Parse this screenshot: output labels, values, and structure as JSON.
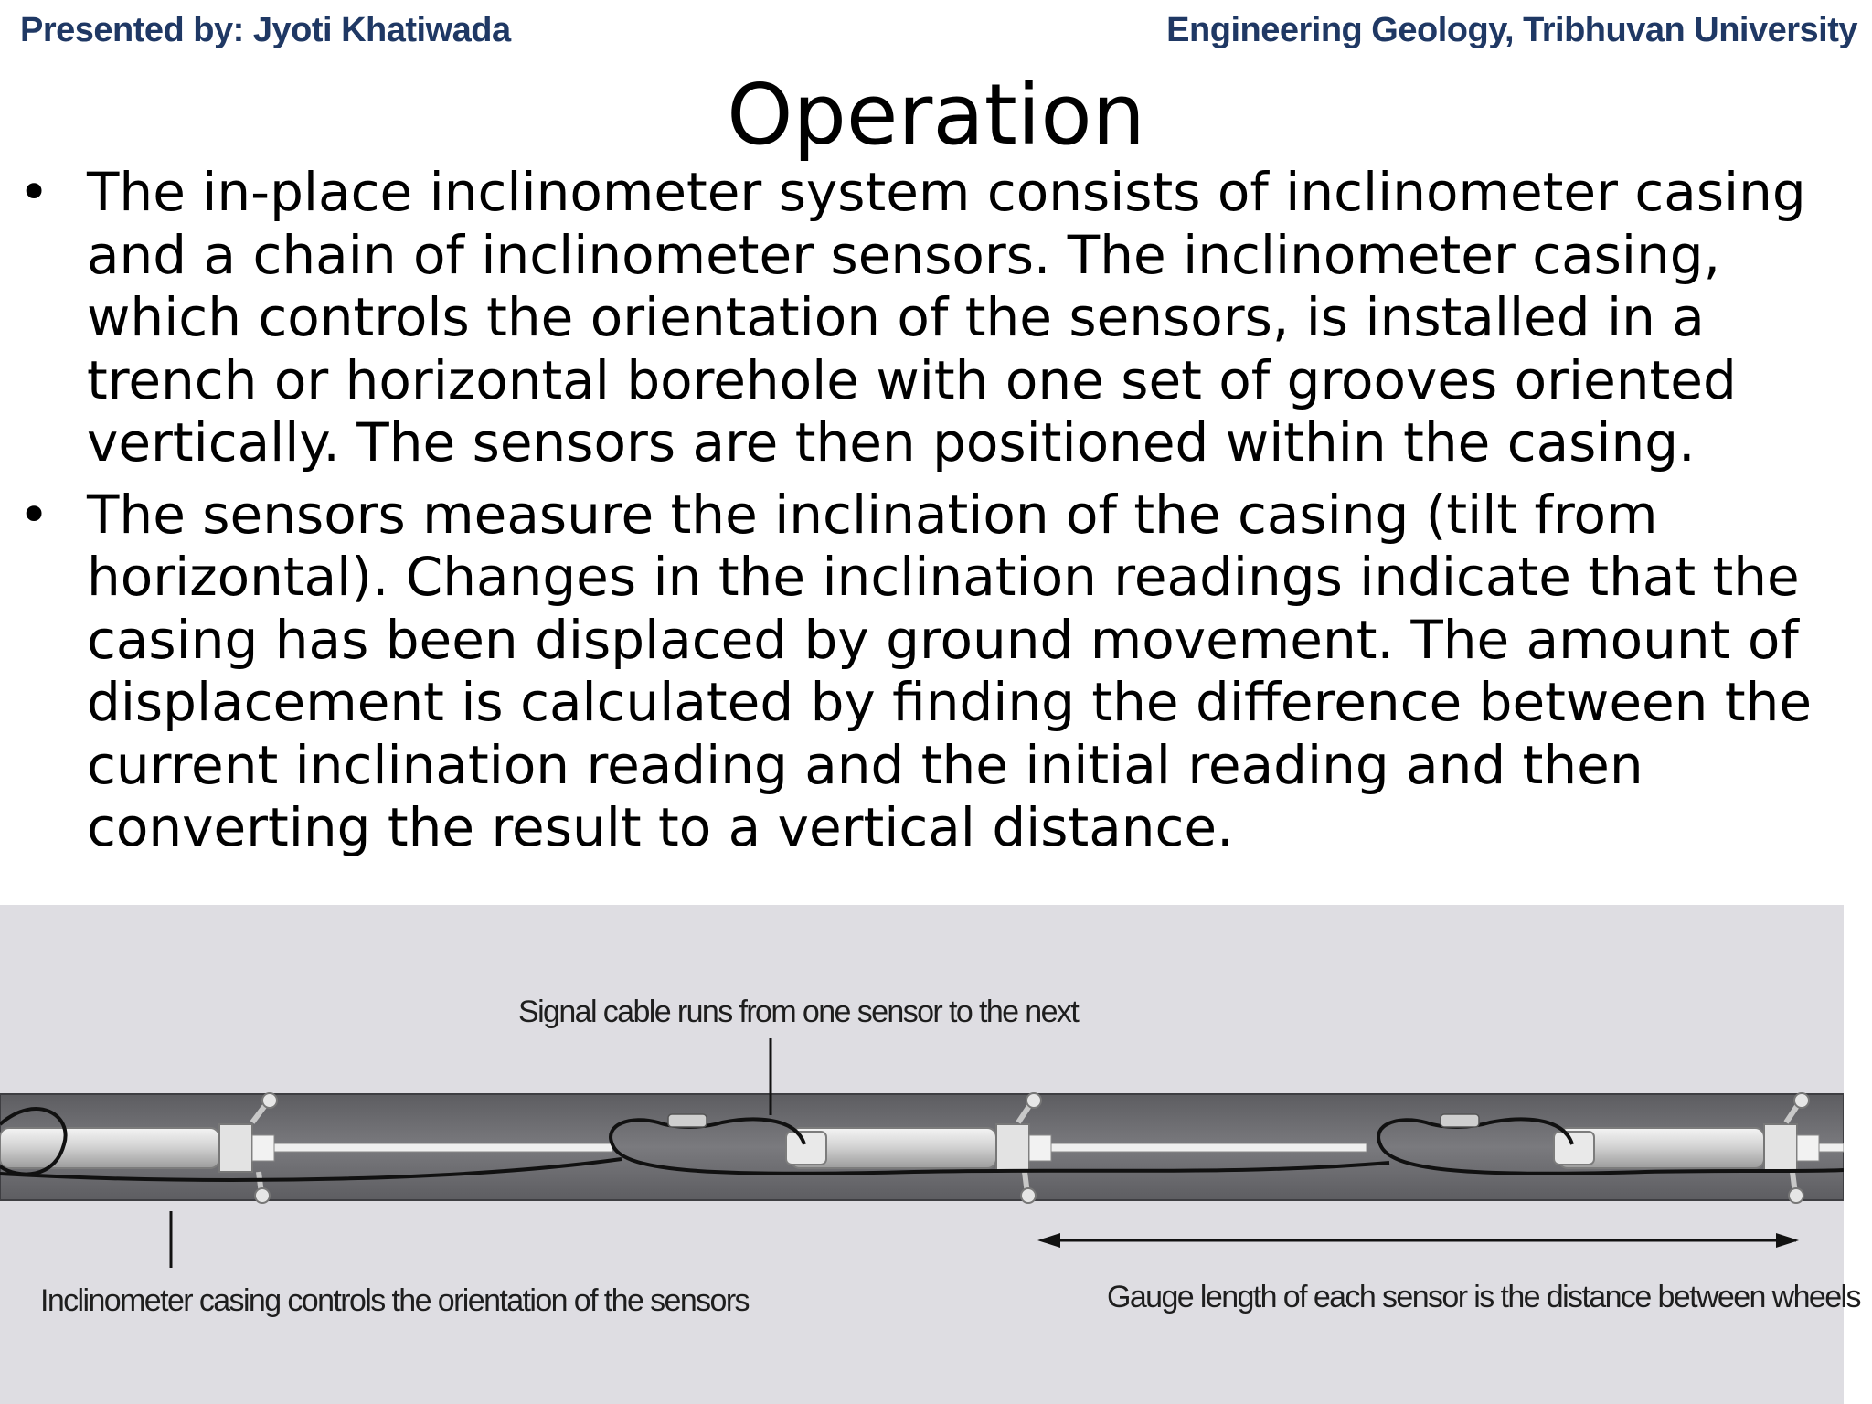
{
  "header": {
    "presenter": "Presented by: Jyoti Khatiwada",
    "institution": "Engineering Geology, Tribhuvan University"
  },
  "slide": {
    "title": "Operation",
    "bullet_symbol": "•",
    "bullets": [
      {
        "lines": [
          "The in-place inclinometer system consists of inclinometer casing",
          "and a chain of inclinometer sensors. The inclinometer casing,",
          "which controls the orientation of the sensors, is installed in a",
          "trench or horizontal borehole with one set of grooves oriented",
          "vertically. The sensors are then positioned within the casing."
        ]
      },
      {
        "lines": [
          "The sensors measure the inclination of the casing (tilt from",
          "horizontal). Changes in the inclination readings indicate that the",
          "casing has been displaced by ground movement. The amount of",
          "displacement is calculated by finding the difference between the",
          "current inclination reading and the initial reading and then",
          "converting the result to a vertical distance."
        ]
      }
    ]
  },
  "diagram": {
    "label_signal_cable": "Signal cable runs from one sensor to the next",
    "label_casing": "Inclinometer casing controls the orientation of the sensors",
    "label_gauge_length": "Gauge length of each sensor is the distance between wheels",
    "colors": {
      "background": "#dedde2",
      "casing": "#6f6f73",
      "sensor": "#d9d9d9",
      "cable": "#111111"
    }
  }
}
